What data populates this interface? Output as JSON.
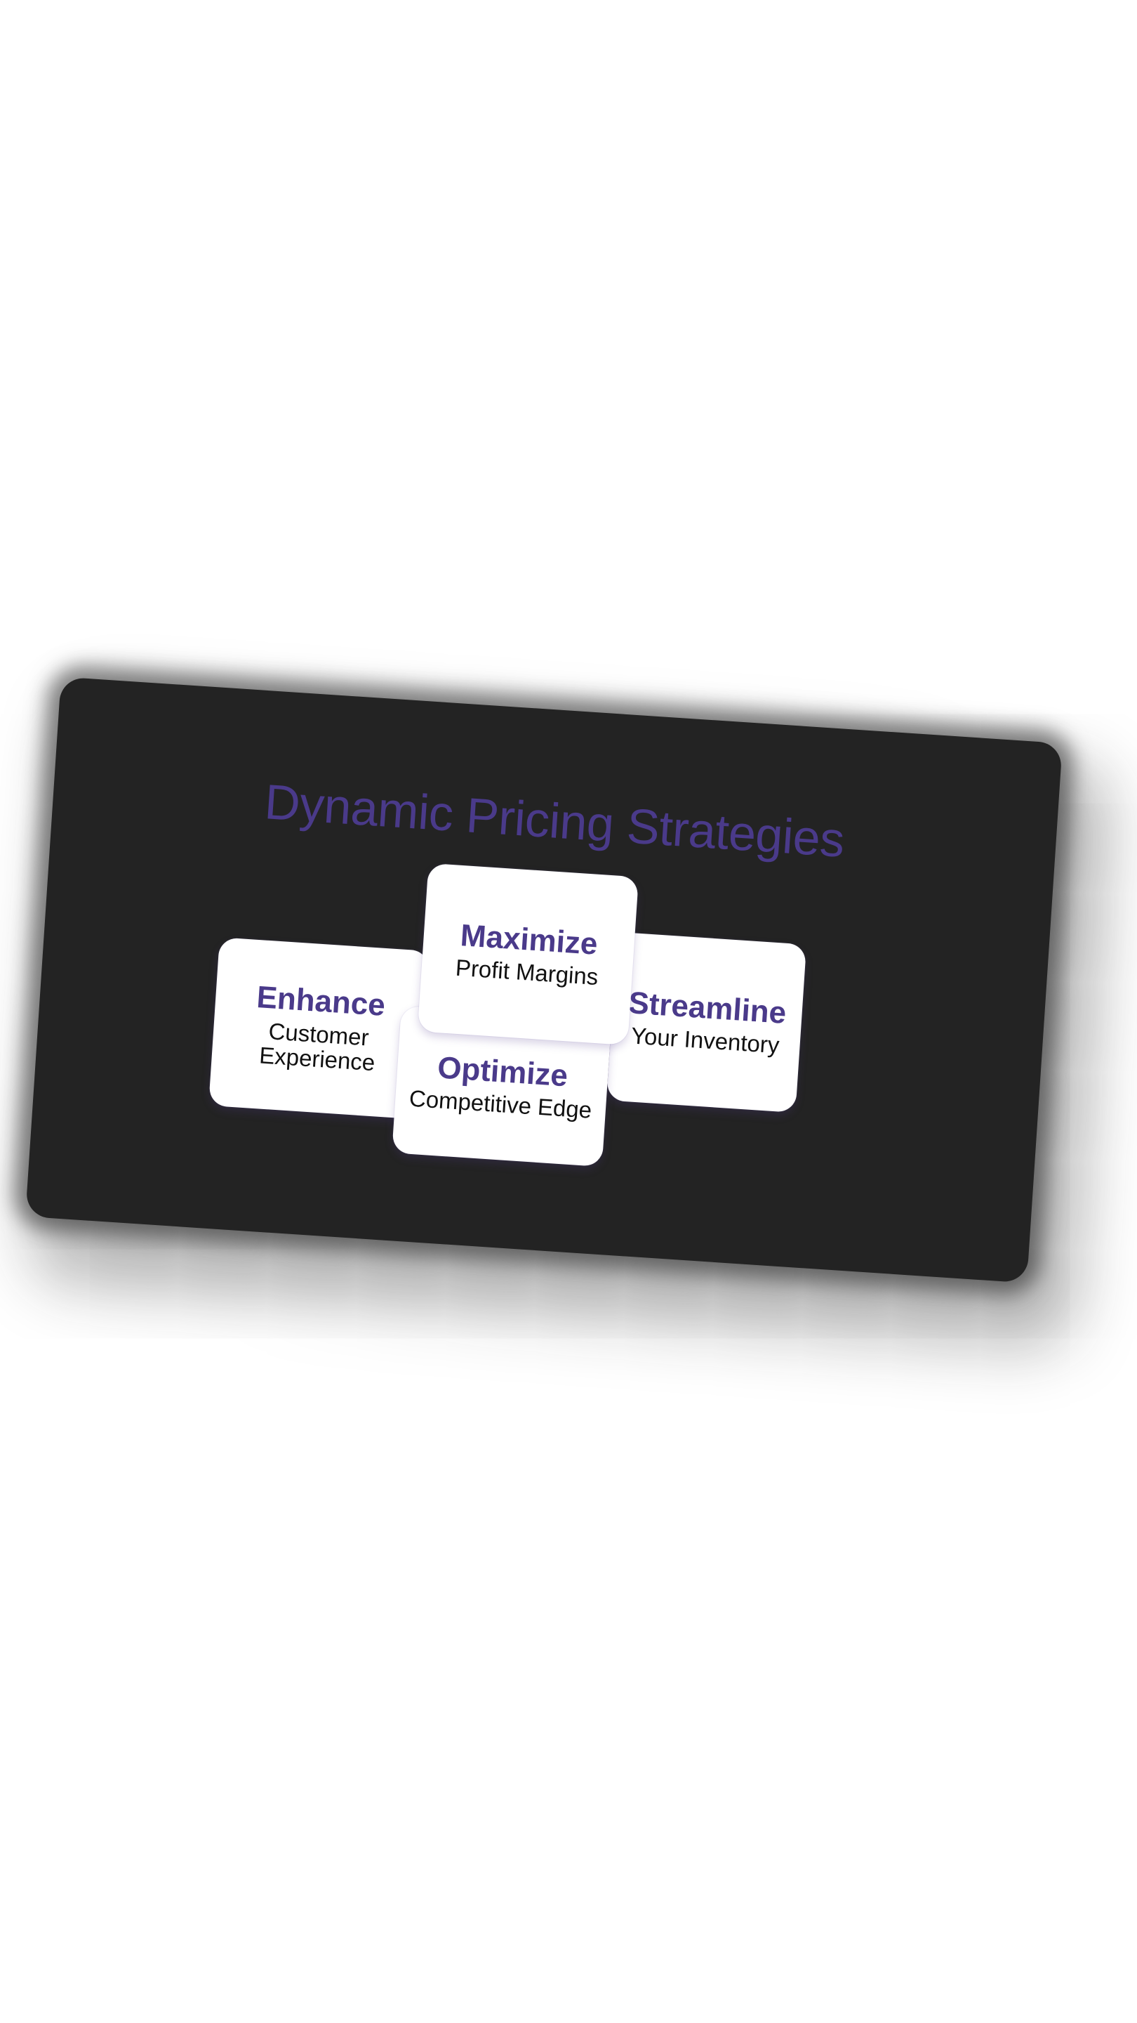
{
  "slide": {
    "title": "Dynamic Pricing Strategies",
    "background_color": "#232323",
    "accent_color": "#4a3a8a"
  },
  "cards": {
    "maximize": {
      "heading": "Maximize",
      "subtext": "Profit Margins"
    },
    "enhance": {
      "heading": "Enhance",
      "subtext": "Customer Experience"
    },
    "optimize": {
      "heading": "Optimize",
      "subtext": "Competitive Edge"
    },
    "streamline": {
      "heading": "Streamline",
      "subtext": "Your Inventory"
    }
  }
}
